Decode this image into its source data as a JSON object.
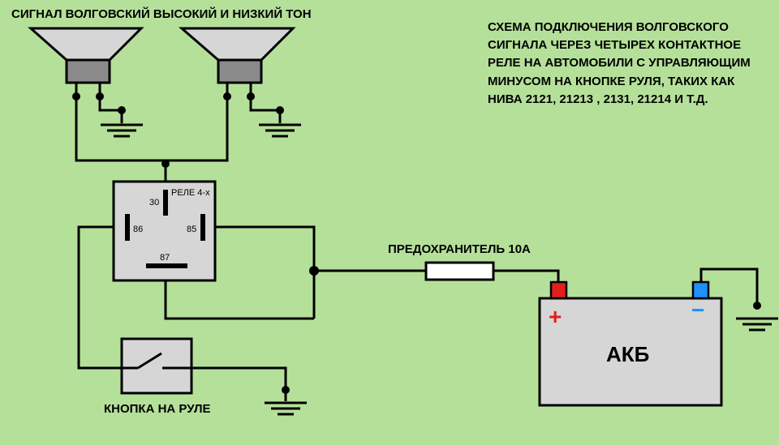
{
  "texts": {
    "horn_title": "СИГНАЛ ВОЛГОВСКИЙ ВЫСОКИЙ И НИЗКИЙ ТОН",
    "description": [
      "СХЕМА ПОДКЛЮЧЕНИЯ ВОЛГОВСКОГО",
      "СИГНАЛА ЧЕРЕЗ ЧЕТЫРЕХ КОНТАКТНОЕ",
      "РЕЛЕ НА АВТОМОБИЛИ С УПРАВЛЯЮЩИМ",
      "МИНУСОМ НА КНОПКЕ РУЛЯ, ТАКИХ КАК",
      "НИВА 2121, 21213 , 2131, 21214 И Т.Д."
    ],
    "relay": "РЕЛЕ 4-х",
    "pin_30": "30",
    "pin_86": "86",
    "pin_85": "85",
    "pin_87": "87",
    "fuse": "ПРЕДОХРАНИТЕЛЬ 10А",
    "battery": "АКБ",
    "button": "КНОПКА НА РУЛЕ",
    "plus": "+",
    "minus": "−"
  },
  "colors": {
    "background": "#b5e09a",
    "component_fill": "#d6d6d6",
    "horn_magnet": "#8a8a8a",
    "positive_terminal": "#e0201b",
    "negative_terminal": "#1e90ff"
  }
}
